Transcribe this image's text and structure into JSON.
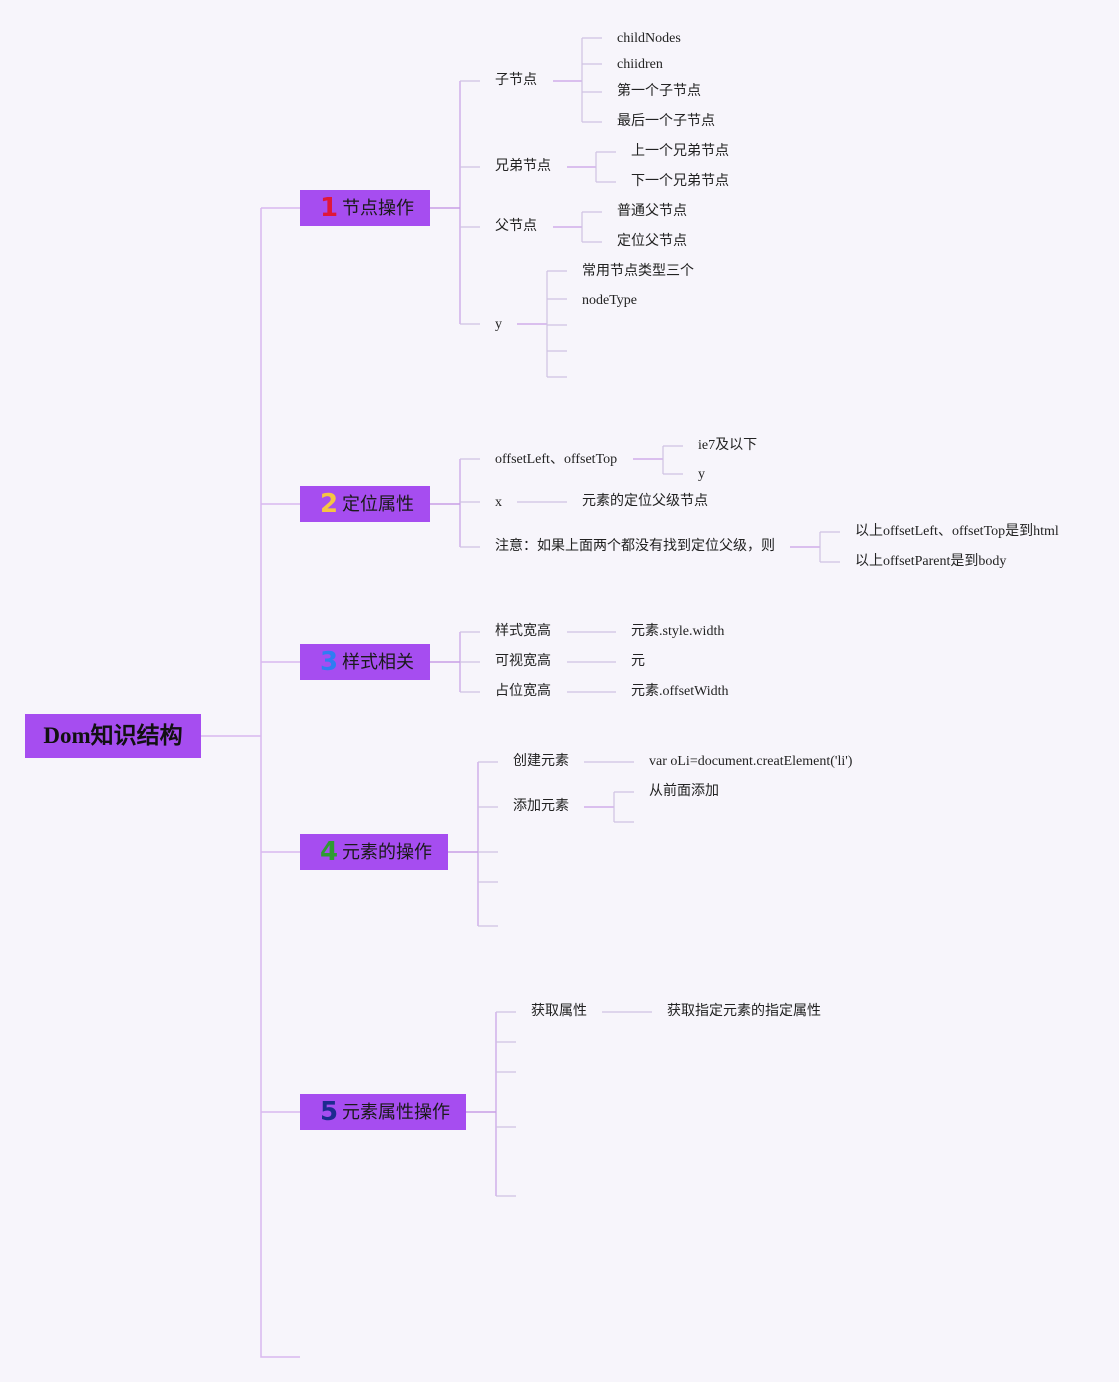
{
  "colors": {
    "background": "#f7f5fb",
    "topic_fill": "#a64df0",
    "trunk_line": "#d9b8ef",
    "branch_line": "#c89fe6",
    "leaf_line": "#cfc2e2",
    "num_1": "#e0173a",
    "num_2": "#f5c542",
    "num_3": "#2f7df2",
    "num_4": "#2e9b32",
    "num_5": "#1c2b8f"
  },
  "root": {
    "label": "Dom知识结构"
  },
  "topics": [
    {
      "num": "1",
      "label": "节点操作",
      "children": [
        {
          "label": "子节点",
          "children": [
            "childNodes",
            "chiidren",
            "第一个子节点",
            "最后一个子节点"
          ]
        },
        {
          "label": "兄弟节点",
          "children": [
            "上一个兄弟节点",
            "下一个兄弟节点"
          ]
        },
        {
          "label": "父节点",
          "children": [
            "普通父节点",
            "定位父节点"
          ]
        },
        {
          "label": "y",
          "children": [
            "常用节点类型三个",
            "nodeType"
          ]
        }
      ]
    },
    {
      "num": "2",
      "label": "定位属性",
      "children": [
        {
          "label": "offsetLeft、offsetTop",
          "children": [
            "ie7及以下",
            "y"
          ]
        },
        {
          "label": "x",
          "children": [
            "元素的定位父级节点"
          ]
        },
        {
          "label": "注意：如果上面两个都没有找到定位父级，则",
          "children": [
            "以上offsetLeft、offsetTop是到html",
            "以上offsetParent是到body"
          ]
        }
      ]
    },
    {
      "num": "3",
      "label": "样式相关",
      "children": [
        {
          "label": "样式宽高",
          "children": [
            "元素.style.width"
          ]
        },
        {
          "label": "可视宽高",
          "children": [
            "元"
          ]
        },
        {
          "label": "占位宽高",
          "children": [
            "元素.offsetWidth"
          ]
        }
      ]
    },
    {
      "num": "4",
      "label": "元素的操作",
      "children": [
        {
          "label": "创建元素",
          "children": [
            "var oLi=document.creatElement('li')"
          ]
        },
        {
          "label": "添加元素",
          "children": [
            "从前面添加"
          ]
        }
      ]
    },
    {
      "num": "5",
      "label": "元素属性操作",
      "children": [
        {
          "label": "获取属性",
          "children": [
            "获取指定元素的指定属性"
          ]
        }
      ]
    }
  ]
}
